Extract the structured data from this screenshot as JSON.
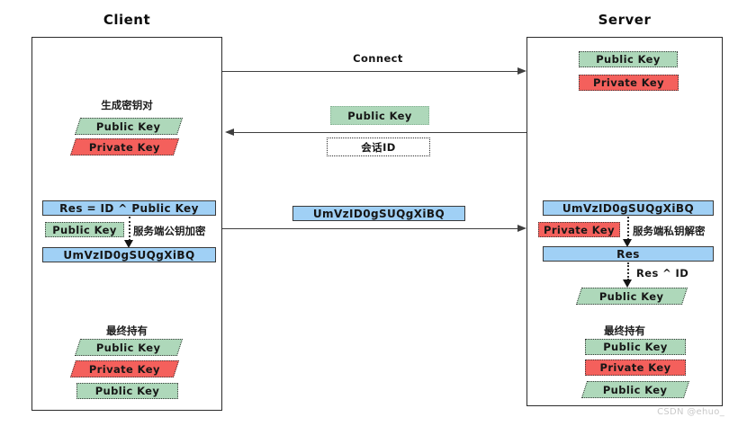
{
  "client": {
    "title": "Client",
    "keygen_label": "生成密钥对",
    "generated_keys": [
      "Public Key",
      "Private Key"
    ],
    "res_formula": "Res = ID ^ Public Key",
    "encrypt_key": "Public Key",
    "encrypt_note": "服务端公钥加密",
    "cipher": "UmVzID0gSUQgXiBQ",
    "final_label": "最终持有",
    "final_keys": [
      "Public Key",
      "Private Key",
      "Public Key"
    ]
  },
  "server": {
    "title": "Server",
    "keys": [
      "Public Key",
      "Private Key"
    ],
    "received_cipher": "UmVzID0gSUQgXiBQ",
    "decrypt_key": "Private Key",
    "decrypt_note": "服务端私钥解密",
    "res_label": "Res",
    "xor_formula": "Res ^ ID",
    "recovered_key": "Public Key",
    "final_label": "最终持有",
    "final_keys": [
      "Public Key",
      "Private Key",
      "Public Key"
    ]
  },
  "messages": {
    "connect": "Connect",
    "server_public_key": "Public Key",
    "session_id": "会话ID",
    "cipher": "UmVzID0gSUQgXiBQ"
  },
  "watermark": "CSDN @ehuo_",
  "colors": {
    "public_key_green": "#aed8ba",
    "private_key_red": "#f4605c",
    "cipher_blue": "#a0d0f5"
  }
}
